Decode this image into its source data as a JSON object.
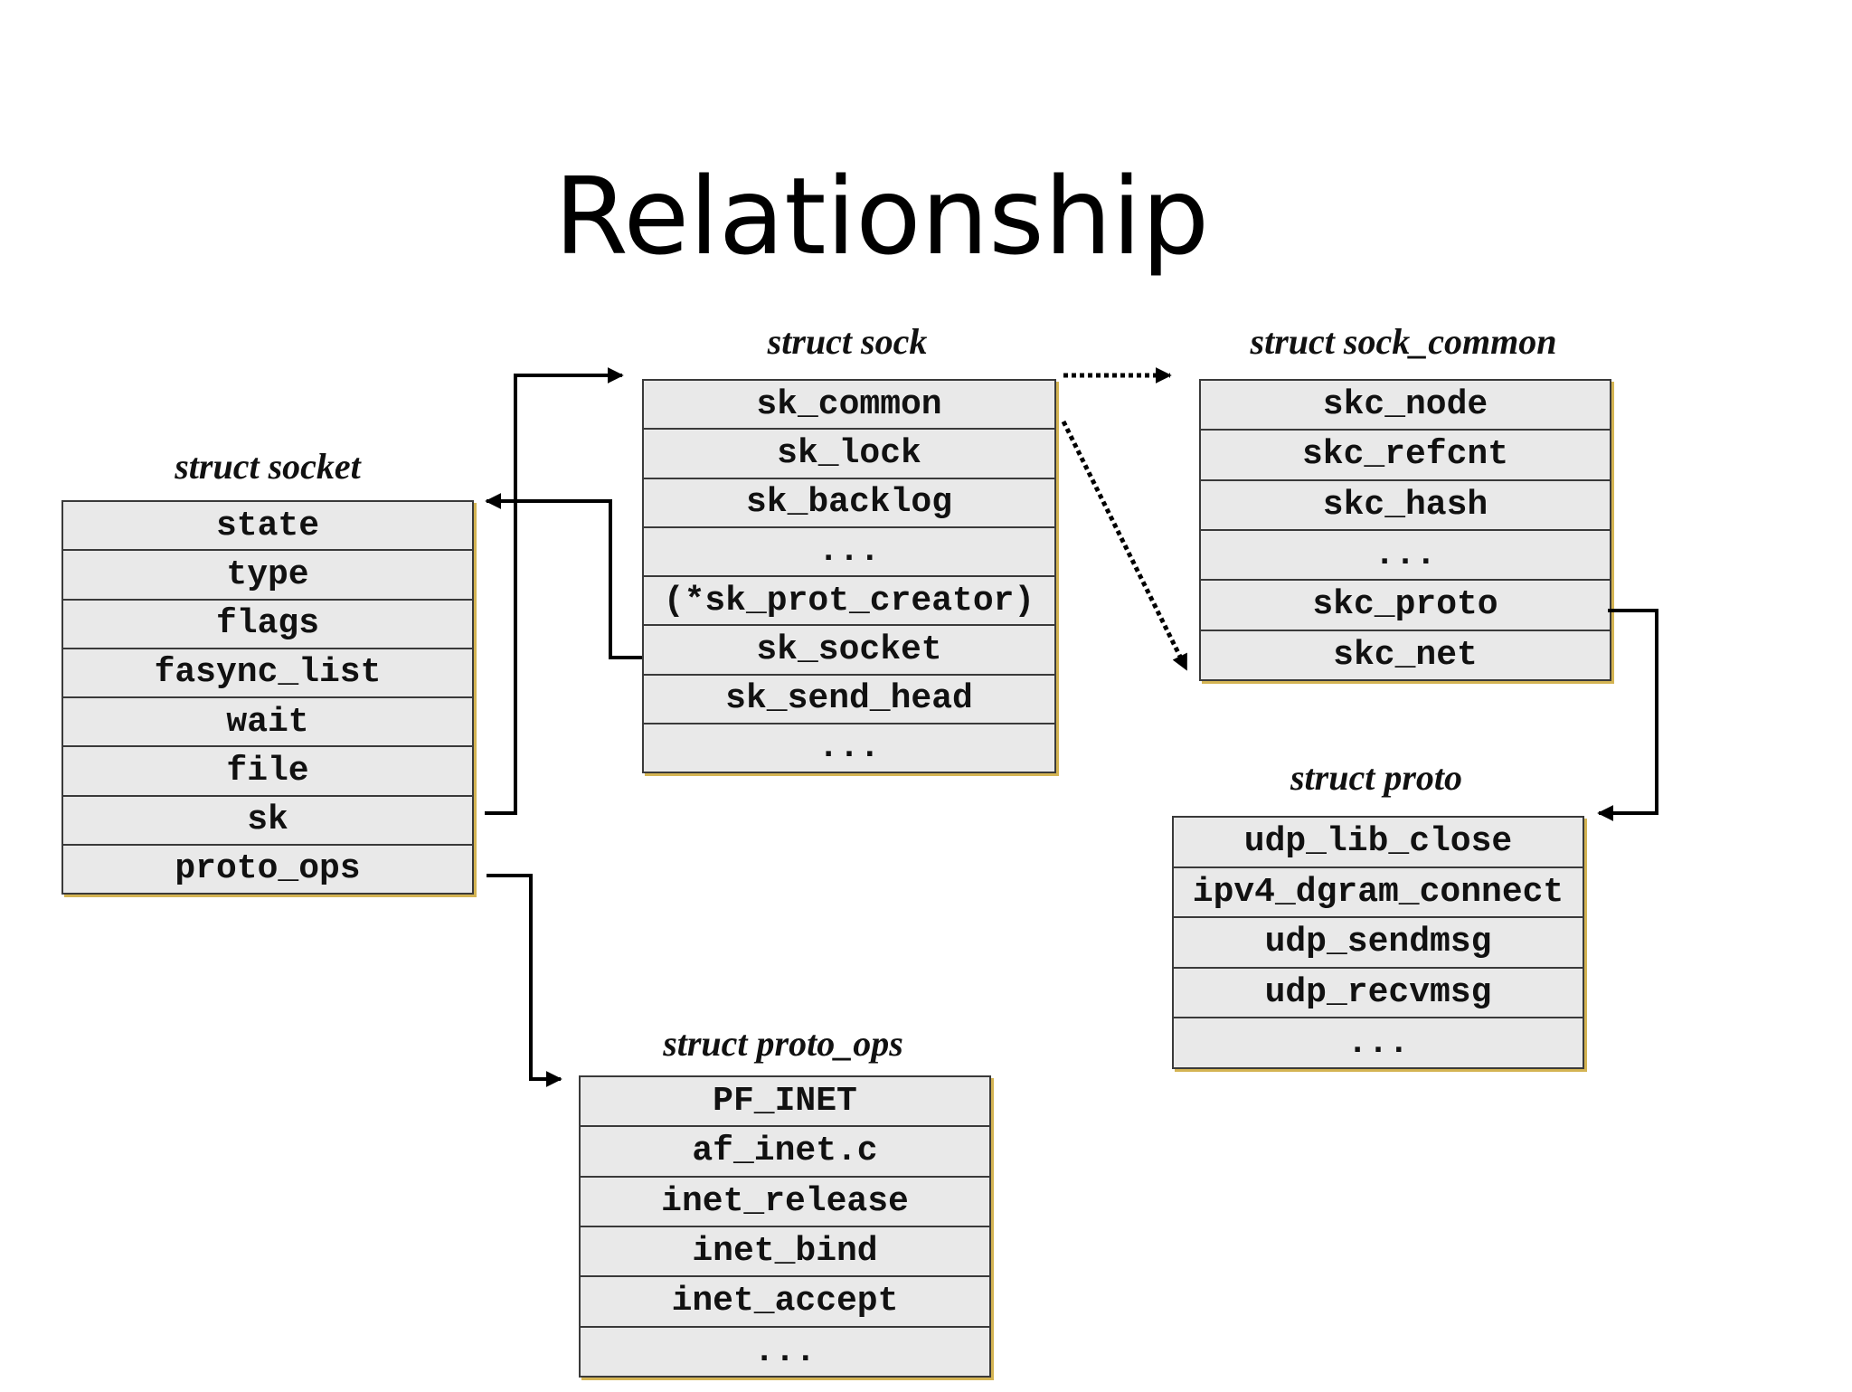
{
  "title": "Relationship",
  "structs": {
    "socket": {
      "label": "struct socket",
      "fields": [
        "state",
        "type",
        "flags",
        "fasync_list",
        "wait",
        "file",
        "sk",
        "proto_ops"
      ]
    },
    "sock": {
      "label": "struct sock",
      "fields": [
        "sk_common",
        "sk_lock",
        "sk_backlog",
        "...",
        "(*sk_prot_creator)",
        "sk_socket",
        "sk_send_head",
        "..."
      ]
    },
    "sock_common": {
      "label": "struct sock_common",
      "fields": [
        "skc_node",
        "skc_refcnt",
        "skc_hash",
        "...",
        "skc_proto",
        "skc_net"
      ]
    },
    "proto": {
      "label": "struct proto",
      "fields": [
        "udp_lib_close",
        "ipv4_dgram_connect",
        "udp_sendmsg",
        "udp_recvmsg",
        "..."
      ]
    },
    "proto_ops": {
      "label": "struct proto_ops",
      "fields": [
        "PF_INET",
        "af_inet.c",
        "inet_release",
        "inet_bind",
        "inet_accept",
        "..."
      ]
    }
  },
  "connections": [
    {
      "from": "socket.sk",
      "to": "sock",
      "style": "solid"
    },
    {
      "from": "sock.sk_socket",
      "to": "socket",
      "style": "solid"
    },
    {
      "from": "sock.sk_common",
      "to": "sock_common",
      "style": "dotted"
    },
    {
      "from": "sock.sk_common",
      "to": "sock_common.skc_net",
      "style": "dotted"
    },
    {
      "from": "sock_common.skc_proto",
      "to": "proto",
      "style": "solid"
    },
    {
      "from": "socket.proto_ops",
      "to": "proto_ops",
      "style": "solid"
    }
  ]
}
